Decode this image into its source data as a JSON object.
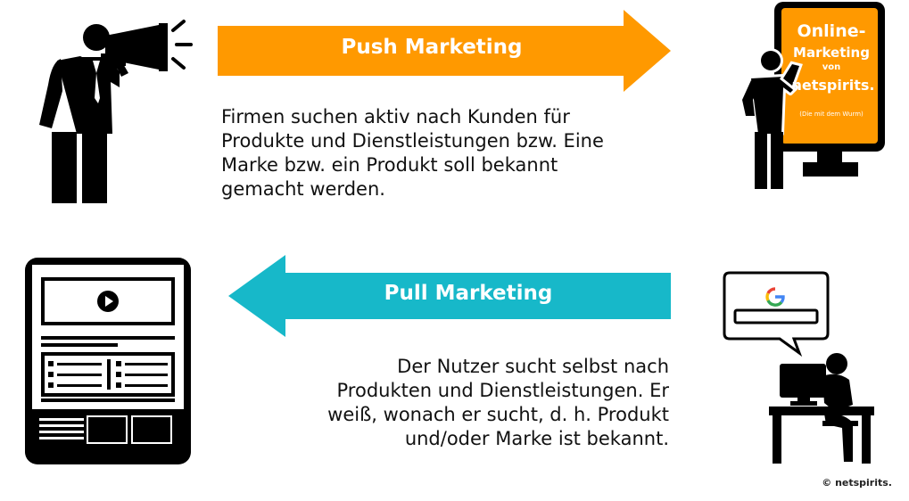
{
  "push": {
    "label": "Push Marketing",
    "lines": [
      "Firmen suchen aktiv nach Kunden für",
      "Produkte und Dienstleistungen bzw. Eine",
      "Marke bzw. ein Produkt soll bekannt",
      "gemacht werden."
    ],
    "color": "#FF9900"
  },
  "pull": {
    "label": "Pull Marketing",
    "lines": [
      "Der Nutzer sucht selbst nach",
      "Produkten und Dienstleistungen. Er",
      "weiß, wonach er sucht, d. h. Produkt",
      "und/oder Marke ist bekannt."
    ],
    "color": "#17B8C9"
  },
  "billboard": {
    "title": "Online-",
    "line2": "Marketing",
    "line3": "von",
    "brand": "netspirits.",
    "tagline": "(Die mit dem Wurm)",
    "color": "#FF9900"
  },
  "search_bubble": {
    "logo": "G"
  },
  "copyright": "© netspirits."
}
